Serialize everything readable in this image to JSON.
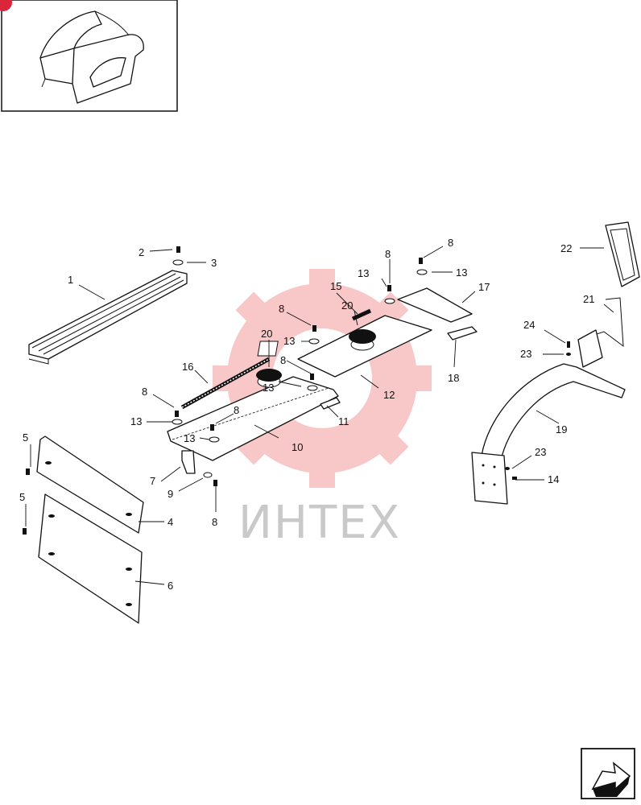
{
  "watermark": {
    "text": "ИНТЕХ",
    "gear_color": "#f39a9a"
  },
  "thumbnail": {
    "badge_color": "#d9263a"
  },
  "nav": {
    "icon": "arrow-next-page-icon"
  },
  "callouts": [
    {
      "id": "c1",
      "text": "1"
    },
    {
      "id": "c2",
      "text": "2"
    },
    {
      "id": "c3",
      "text": "3"
    },
    {
      "id": "c4",
      "text": "4"
    },
    {
      "id": "c5a",
      "text": "5"
    },
    {
      "id": "c5b",
      "text": "5"
    },
    {
      "id": "c6",
      "text": "6"
    },
    {
      "id": "c7",
      "text": "7"
    },
    {
      "id": "c8a",
      "text": "8"
    },
    {
      "id": "c8b",
      "text": "8"
    },
    {
      "id": "c8c",
      "text": "8"
    },
    {
      "id": "c8d",
      "text": "8"
    },
    {
      "id": "c8e",
      "text": "8"
    },
    {
      "id": "c8f",
      "text": "8"
    },
    {
      "id": "c8g",
      "text": "8"
    },
    {
      "id": "c9",
      "text": "9"
    },
    {
      "id": "c10",
      "text": "10"
    },
    {
      "id": "c11",
      "text": "11"
    },
    {
      "id": "c12",
      "text": "12"
    },
    {
      "id": "c13a",
      "text": "13"
    },
    {
      "id": "c13b",
      "text": "13"
    },
    {
      "id": "c13c",
      "text": "13"
    },
    {
      "id": "c13d",
      "text": "13"
    },
    {
      "id": "c13e",
      "text": "13"
    },
    {
      "id": "c13f",
      "text": "13"
    },
    {
      "id": "c14",
      "text": "14"
    },
    {
      "id": "c15",
      "text": "15"
    },
    {
      "id": "c16",
      "text": "16"
    },
    {
      "id": "c17",
      "text": "17"
    },
    {
      "id": "c18",
      "text": "18"
    },
    {
      "id": "c19",
      "text": "19"
    },
    {
      "id": "c20a",
      "text": "20"
    },
    {
      "id": "c20b",
      "text": "20"
    },
    {
      "id": "c21",
      "text": "21"
    },
    {
      "id": "c22",
      "text": "22"
    },
    {
      "id": "c23a",
      "text": "23"
    },
    {
      "id": "c23b",
      "text": "23"
    },
    {
      "id": "c24",
      "text": "24"
    }
  ]
}
